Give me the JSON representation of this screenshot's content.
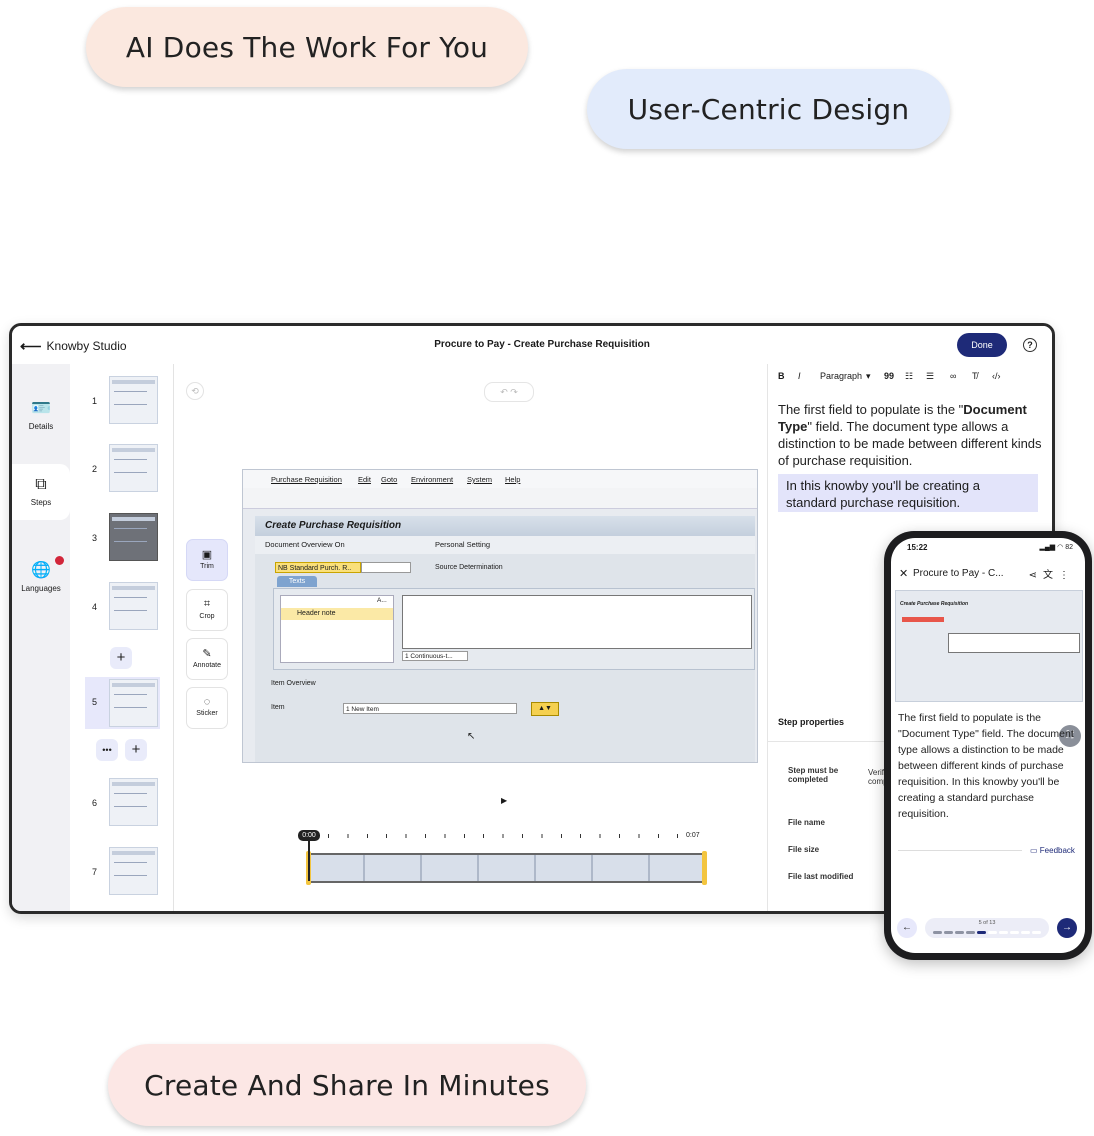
{
  "hero": {
    "pill_ai": "AI Does The Work For You",
    "pill_user": "User-Centric Design",
    "pill_create": "Create And Share In Minutes"
  },
  "studio": {
    "app_name": "Knowby Studio",
    "doc_title": "Procure to Pay - Create Purchase Requisition",
    "done_label": "Done",
    "help_label": "?",
    "nav": [
      {
        "label": "Details",
        "icon": "id-card-icon"
      },
      {
        "label": "Steps",
        "icon": "layers-icon"
      },
      {
        "label": "Languages",
        "icon": "globe-icon"
      }
    ],
    "steps": [
      "1",
      "2",
      "3",
      "4",
      "5",
      "6",
      "7"
    ],
    "selected_step": "5",
    "add_label": "+",
    "more_label": "•••",
    "tools": [
      {
        "label": "Trim",
        "icon": "trim-icon"
      },
      {
        "label": "Crop",
        "icon": "crop-icon"
      },
      {
        "label": "Annotate",
        "icon": "pencil-icon"
      },
      {
        "label": "Sticker",
        "icon": "sticker-icon"
      }
    ],
    "sap": {
      "menu": [
        "Purchase Requisition",
        "Edit",
        "Goto",
        "Environment",
        "System",
        "Help"
      ],
      "title": "Create Purchase Requisition",
      "sub_left": "Document Overview On",
      "sub_right": "Personal Setting",
      "doc_type": "NB Standard Purch. R..",
      "source_det": "Source Determination",
      "texts_tab": "Texts",
      "header_note": "Header note",
      "tree_col": "A...",
      "continuous": "1 Continuous-t...",
      "item_overview": "Item Overview",
      "item_label": "Item",
      "item_value": "1 New Item"
    },
    "timeline": {
      "start": "0:00",
      "end": "0:07"
    },
    "editor": {
      "paragraph": "Paragraph",
      "text_pre": "The first field to populate is the \"",
      "text_bold": "Document Type",
      "text_post": "\" field. The document type allows a distinction to be made between different kinds of purchase requisition.",
      "highlight": "In this knowby you'll be creating a standard purchase requisition."
    },
    "props": {
      "title": "Step properties",
      "must_complete": "Step must be completed",
      "verify": "Verify comp",
      "file_name": "File name",
      "file_size": "File size",
      "last_modified": "File last modified"
    }
  },
  "phone": {
    "time": "15:22",
    "battery": "82",
    "title": "Procure to Pay - C...",
    "img_title": "Create Purchase Requisition",
    "body": "The first field to populate is the \"Document Type\" field. The document type allows a distinction to be made between different kinds of purchase requisition. In this knowby you'll be creating a standard purchase requisition.",
    "feedback": "Feedback",
    "counter": "5 of 13",
    "progress": {
      "current": 5,
      "total": 13
    }
  },
  "colors": {
    "accent": "#1e2a78",
    "highlight": "#e3e4fa",
    "notify": "#d2263a"
  }
}
